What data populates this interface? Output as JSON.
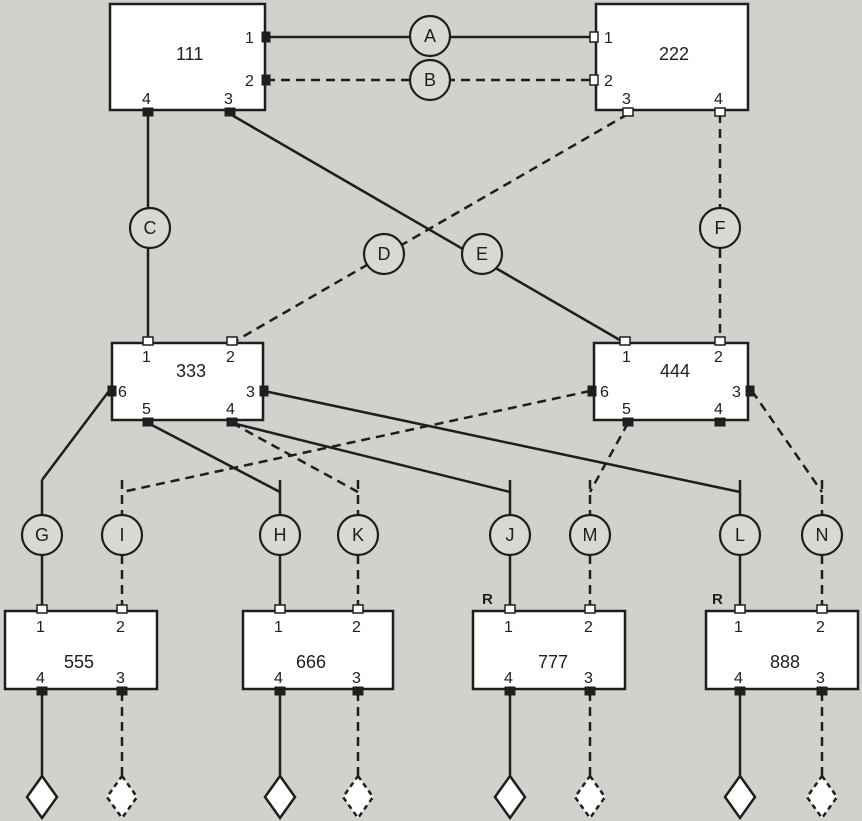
{
  "switches": {
    "s111": {
      "name": "111",
      "p1": "1",
      "p2": "2",
      "p3": "3",
      "p4": "4"
    },
    "s222": {
      "name": "222",
      "p1": "1",
      "p2": "2",
      "p3": "3",
      "p4": "4"
    },
    "s333": {
      "name": "333",
      "p1": "1",
      "p2": "2",
      "p3": "3",
      "p4": "4",
      "p5": "5",
      "p6": "6"
    },
    "s444": {
      "name": "444",
      "p1": "1",
      "p2": "2",
      "p3": "3",
      "p4": "4",
      "p5": "5",
      "p6": "6"
    },
    "s555": {
      "name": "555",
      "p1": "1",
      "p2": "2",
      "p3": "3",
      "p4": "4"
    },
    "s666": {
      "name": "666",
      "p1": "1",
      "p2": "2",
      "p3": "3",
      "p4": "4"
    },
    "s777": {
      "name": "777",
      "p1": "1",
      "p2": "2",
      "p3": "3",
      "p4": "4",
      "mark": "R"
    },
    "s888": {
      "name": "888",
      "p1": "1",
      "p2": "2",
      "p3": "3",
      "p4": "4",
      "mark": "R"
    }
  },
  "links": {
    "A": "A",
    "B": "B",
    "C": "C",
    "D": "D",
    "E": "E",
    "F": "F",
    "G": "G",
    "H": "H",
    "I": "I",
    "J": "J",
    "K": "K",
    "L": "L",
    "M": "M",
    "N": "N"
  }
}
